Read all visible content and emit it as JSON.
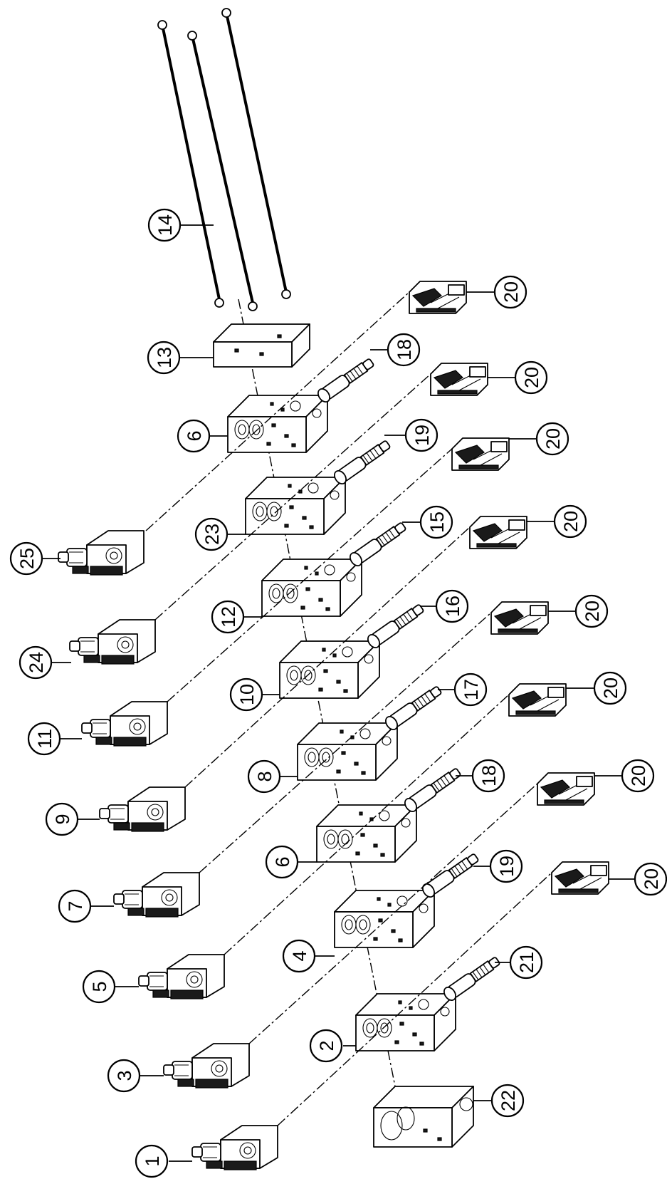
{
  "callouts": [
    {
      "id": "c1",
      "label": "1"
    },
    {
      "id": "c2",
      "label": "2"
    },
    {
      "id": "c3",
      "label": "3"
    },
    {
      "id": "c4",
      "label": "4"
    },
    {
      "id": "c5",
      "label": "5"
    },
    {
      "id": "c6a",
      "label": "6"
    },
    {
      "id": "c6b",
      "label": "6"
    },
    {
      "id": "c7",
      "label": "7"
    },
    {
      "id": "c8",
      "label": "8"
    },
    {
      "id": "c9",
      "label": "9"
    },
    {
      "id": "c10",
      "label": "10"
    },
    {
      "id": "c11",
      "label": "11"
    },
    {
      "id": "c12",
      "label": "12"
    },
    {
      "id": "c13",
      "label": "13"
    },
    {
      "id": "c14",
      "label": "14"
    },
    {
      "id": "c15",
      "label": "15"
    },
    {
      "id": "c16",
      "label": "16"
    },
    {
      "id": "c17",
      "label": "17"
    },
    {
      "id": "c18a",
      "label": "18"
    },
    {
      "id": "c18b",
      "label": "18"
    },
    {
      "id": "c19a",
      "label": "19"
    },
    {
      "id": "c19b",
      "label": "19"
    },
    {
      "id": "c20a",
      "label": "20"
    },
    {
      "id": "c20b",
      "label": "20"
    },
    {
      "id": "c20c",
      "label": "20"
    },
    {
      "id": "c20d",
      "label": "20"
    },
    {
      "id": "c20e",
      "label": "20"
    },
    {
      "id": "c20f",
      "label": "20"
    },
    {
      "id": "c20g",
      "label": "20"
    },
    {
      "id": "c20h",
      "label": "20"
    },
    {
      "id": "c21",
      "label": "21"
    },
    {
      "id": "c22",
      "label": "22"
    },
    {
      "id": "c23",
      "label": "23"
    },
    {
      "id": "c24",
      "label": "24"
    },
    {
      "id": "c25",
      "label": "25"
    }
  ]
}
